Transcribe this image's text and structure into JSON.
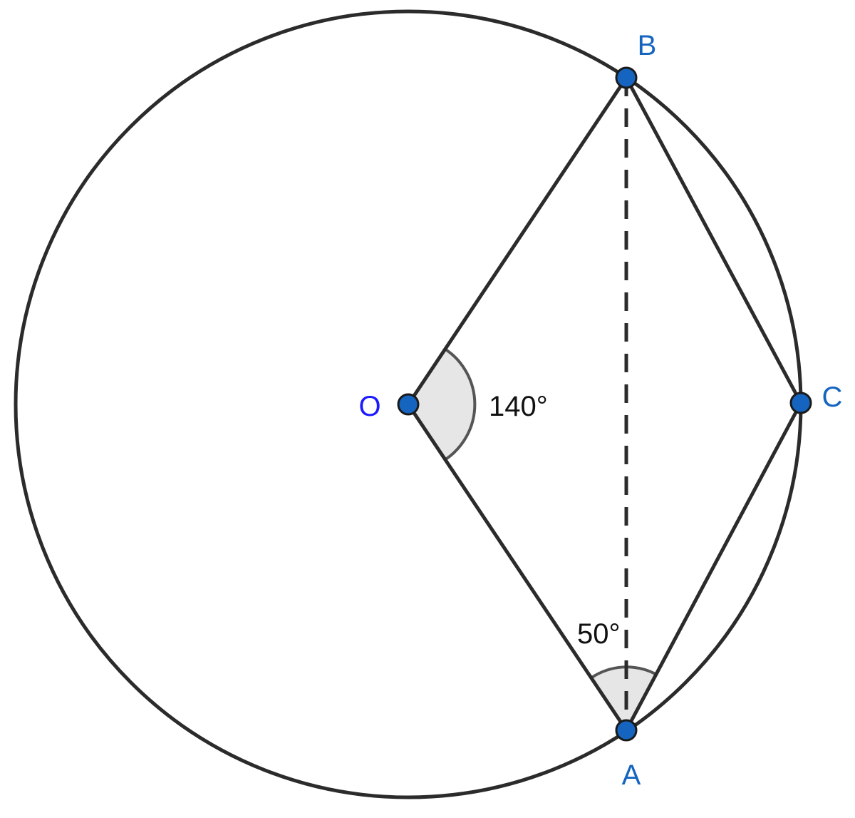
{
  "points": {
    "O": {
      "label": "O"
    },
    "A": {
      "label": "A"
    },
    "B": {
      "label": "B"
    },
    "C": {
      "label": "C"
    }
  },
  "angles": {
    "AOB": {
      "value_deg": 140,
      "label": "140°"
    },
    "OAC": {
      "value_deg": 50,
      "label": "50°"
    }
  },
  "colors": {
    "stroke": "#2b2b2b",
    "point_fill": "#1565c0",
    "point_label": "#1565c0",
    "o_label": "#1a1aff",
    "angle_fill": "#e6e6e6",
    "angle_stroke": "#555555"
  }
}
